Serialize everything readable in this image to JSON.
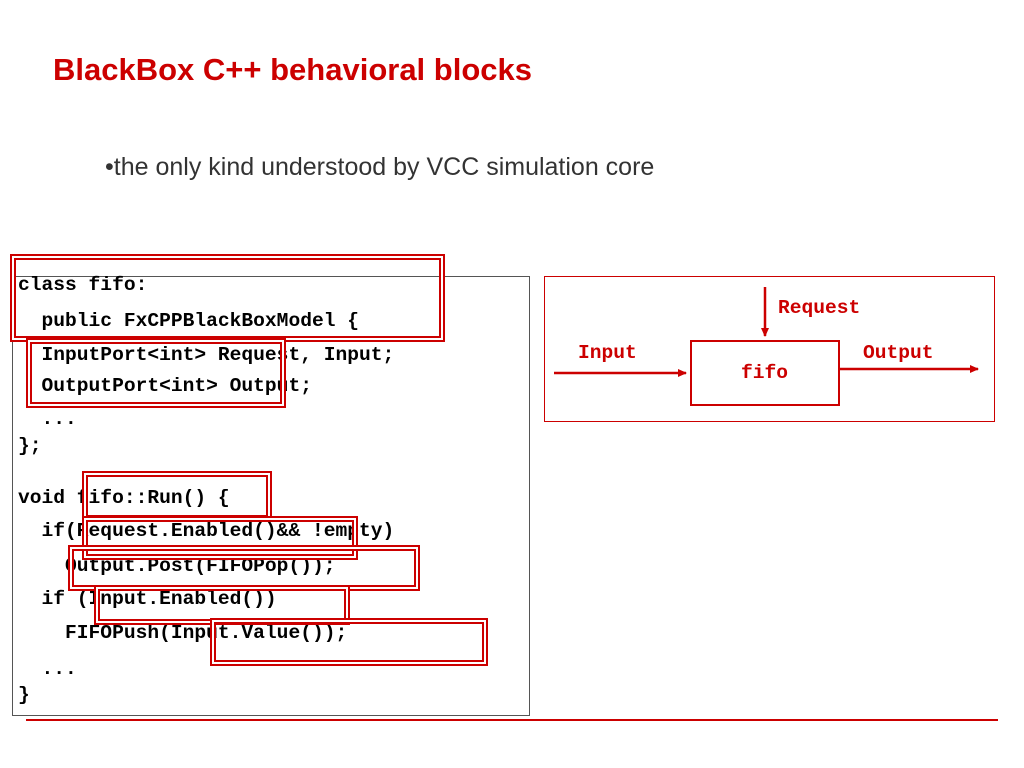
{
  "slide": {
    "title": "BlackBox C++ behavioral blocks",
    "bullet": "•the only kind understood by VCC simulation core"
  },
  "code": {
    "lines": [
      "class fifo:",
      "  public FxCPPBlackBoxModel {",
      "  InputPort<int> Request, Input;",
      "  OutputPort<int> Output;",
      "  ...",
      "};",
      "void fifo::Run() {",
      "  if(Request.Enabled()&& !empty)",
      "    Output.Post(FIFOPop());",
      "  if (Input.Enabled())",
      "    FIFOPush(Input.Value());",
      "  ...",
      "}"
    ]
  },
  "diagram": {
    "block_label": "fifo",
    "request_label": "Request",
    "input_label": "Input",
    "output_label": "Output"
  },
  "colors": {
    "accent": "#cc0000",
    "text": "#333333",
    "code": "#000000"
  }
}
